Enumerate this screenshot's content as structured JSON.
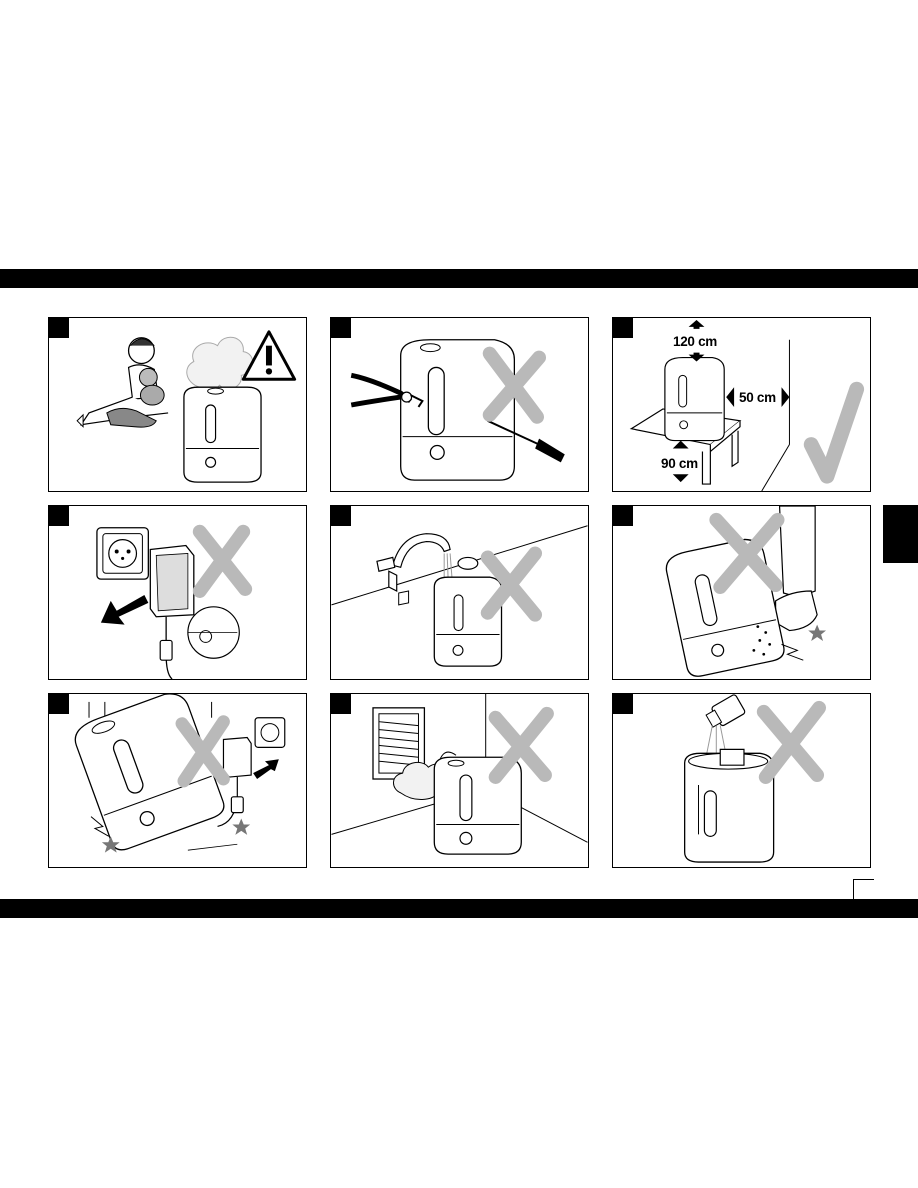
{
  "panels": [
    {
      "id": 1,
      "topic": "child-safety-warning"
    },
    {
      "id": 2,
      "topic": "do-not-disassemble"
    },
    {
      "id": 3,
      "topic": "placement-distances"
    },
    {
      "id": 4,
      "topic": "wall-socket-adapter"
    },
    {
      "id": 5,
      "topic": "filling-with-water"
    },
    {
      "id": 6,
      "topic": "do-not-kick"
    },
    {
      "id": 7,
      "topic": "do-not-tip-over"
    },
    {
      "id": 8,
      "topic": "keep-away-from-vents"
    },
    {
      "id": 9,
      "topic": "no-additives"
    }
  ],
  "placement": {
    "above_label": "120 cm",
    "side_label": "50 cm",
    "floor_label": "90 cm"
  },
  "colors": {
    "bars": "#000000",
    "mark_gray": "#b9b9b9"
  }
}
